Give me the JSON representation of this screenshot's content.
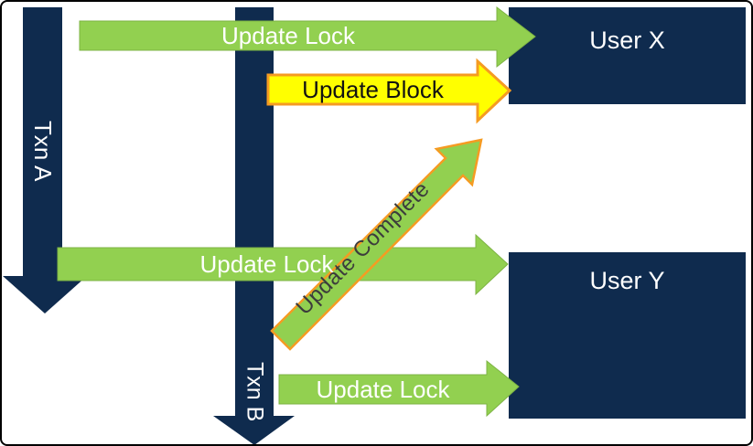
{
  "diagram": {
    "transactions": [
      {
        "label": "Txn A"
      },
      {
        "label": "Txn B"
      }
    ],
    "users": [
      {
        "label": "User X"
      },
      {
        "label": "User Y"
      }
    ],
    "arrows": [
      {
        "id": "update-lock-to-user-x",
        "label": "Update Lock"
      },
      {
        "id": "update-block-to-user-x",
        "label": "Update Block"
      },
      {
        "id": "update-complete",
        "label": "Update Complete"
      },
      {
        "id": "update-lock-to-user-y",
        "label": "Update Lock"
      },
      {
        "id": "update-lock-retry",
        "label": "Update Lock"
      }
    ],
    "colors": {
      "navy": "#0f2b4e",
      "green": "#92d050",
      "green_edge": "#7db344",
      "yellow": "#ffff00",
      "orange": "#f59b22",
      "label_light": "#ffffff",
      "label_dark": "#121212",
      "complete_text": "#3c3c3c"
    }
  }
}
